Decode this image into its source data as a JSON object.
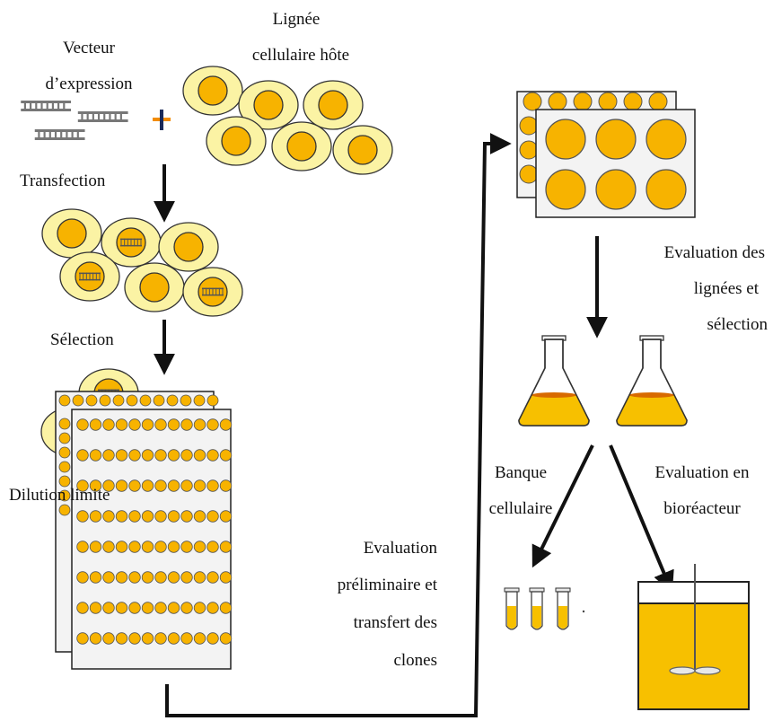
{
  "labels": {
    "vecteur_l1": "Vecteur",
    "vecteur_l2": "d’expression",
    "lignee_l1": "Lignée",
    "lignee_l2": "cellulaire hôte",
    "plus": "+",
    "transfection": "Transfection",
    "selection": "Sélection",
    "dilution": "Dilution limite",
    "prelim_l1": "Evaluation",
    "prelim_l2": "préliminaire et",
    "prelim_l3": "transfert des",
    "prelim_l4": "clones",
    "eval_lignees_l1": "Evaluation des",
    "eval_lignees_l2": "lignées et",
    "eval_lignees_l3": "sélection",
    "banque_l1": "Banque",
    "banque_l2": "cellulaire",
    "bioreact_l1": "Evaluation en",
    "bioreact_l2": "bioréacteur"
  },
  "colors": {
    "cell_outer": "#fbf3a4",
    "cell_nucleus": "#f7b300",
    "cell_outline": "#333333",
    "liquid": "#f7c000",
    "liquid_dark": "#e7a000",
    "plate": "#f2f2f2",
    "arrow": "#111111",
    "plus_h": "#f28c00",
    "plus_v": "#1a2a5a",
    "dna": "#777777"
  }
}
